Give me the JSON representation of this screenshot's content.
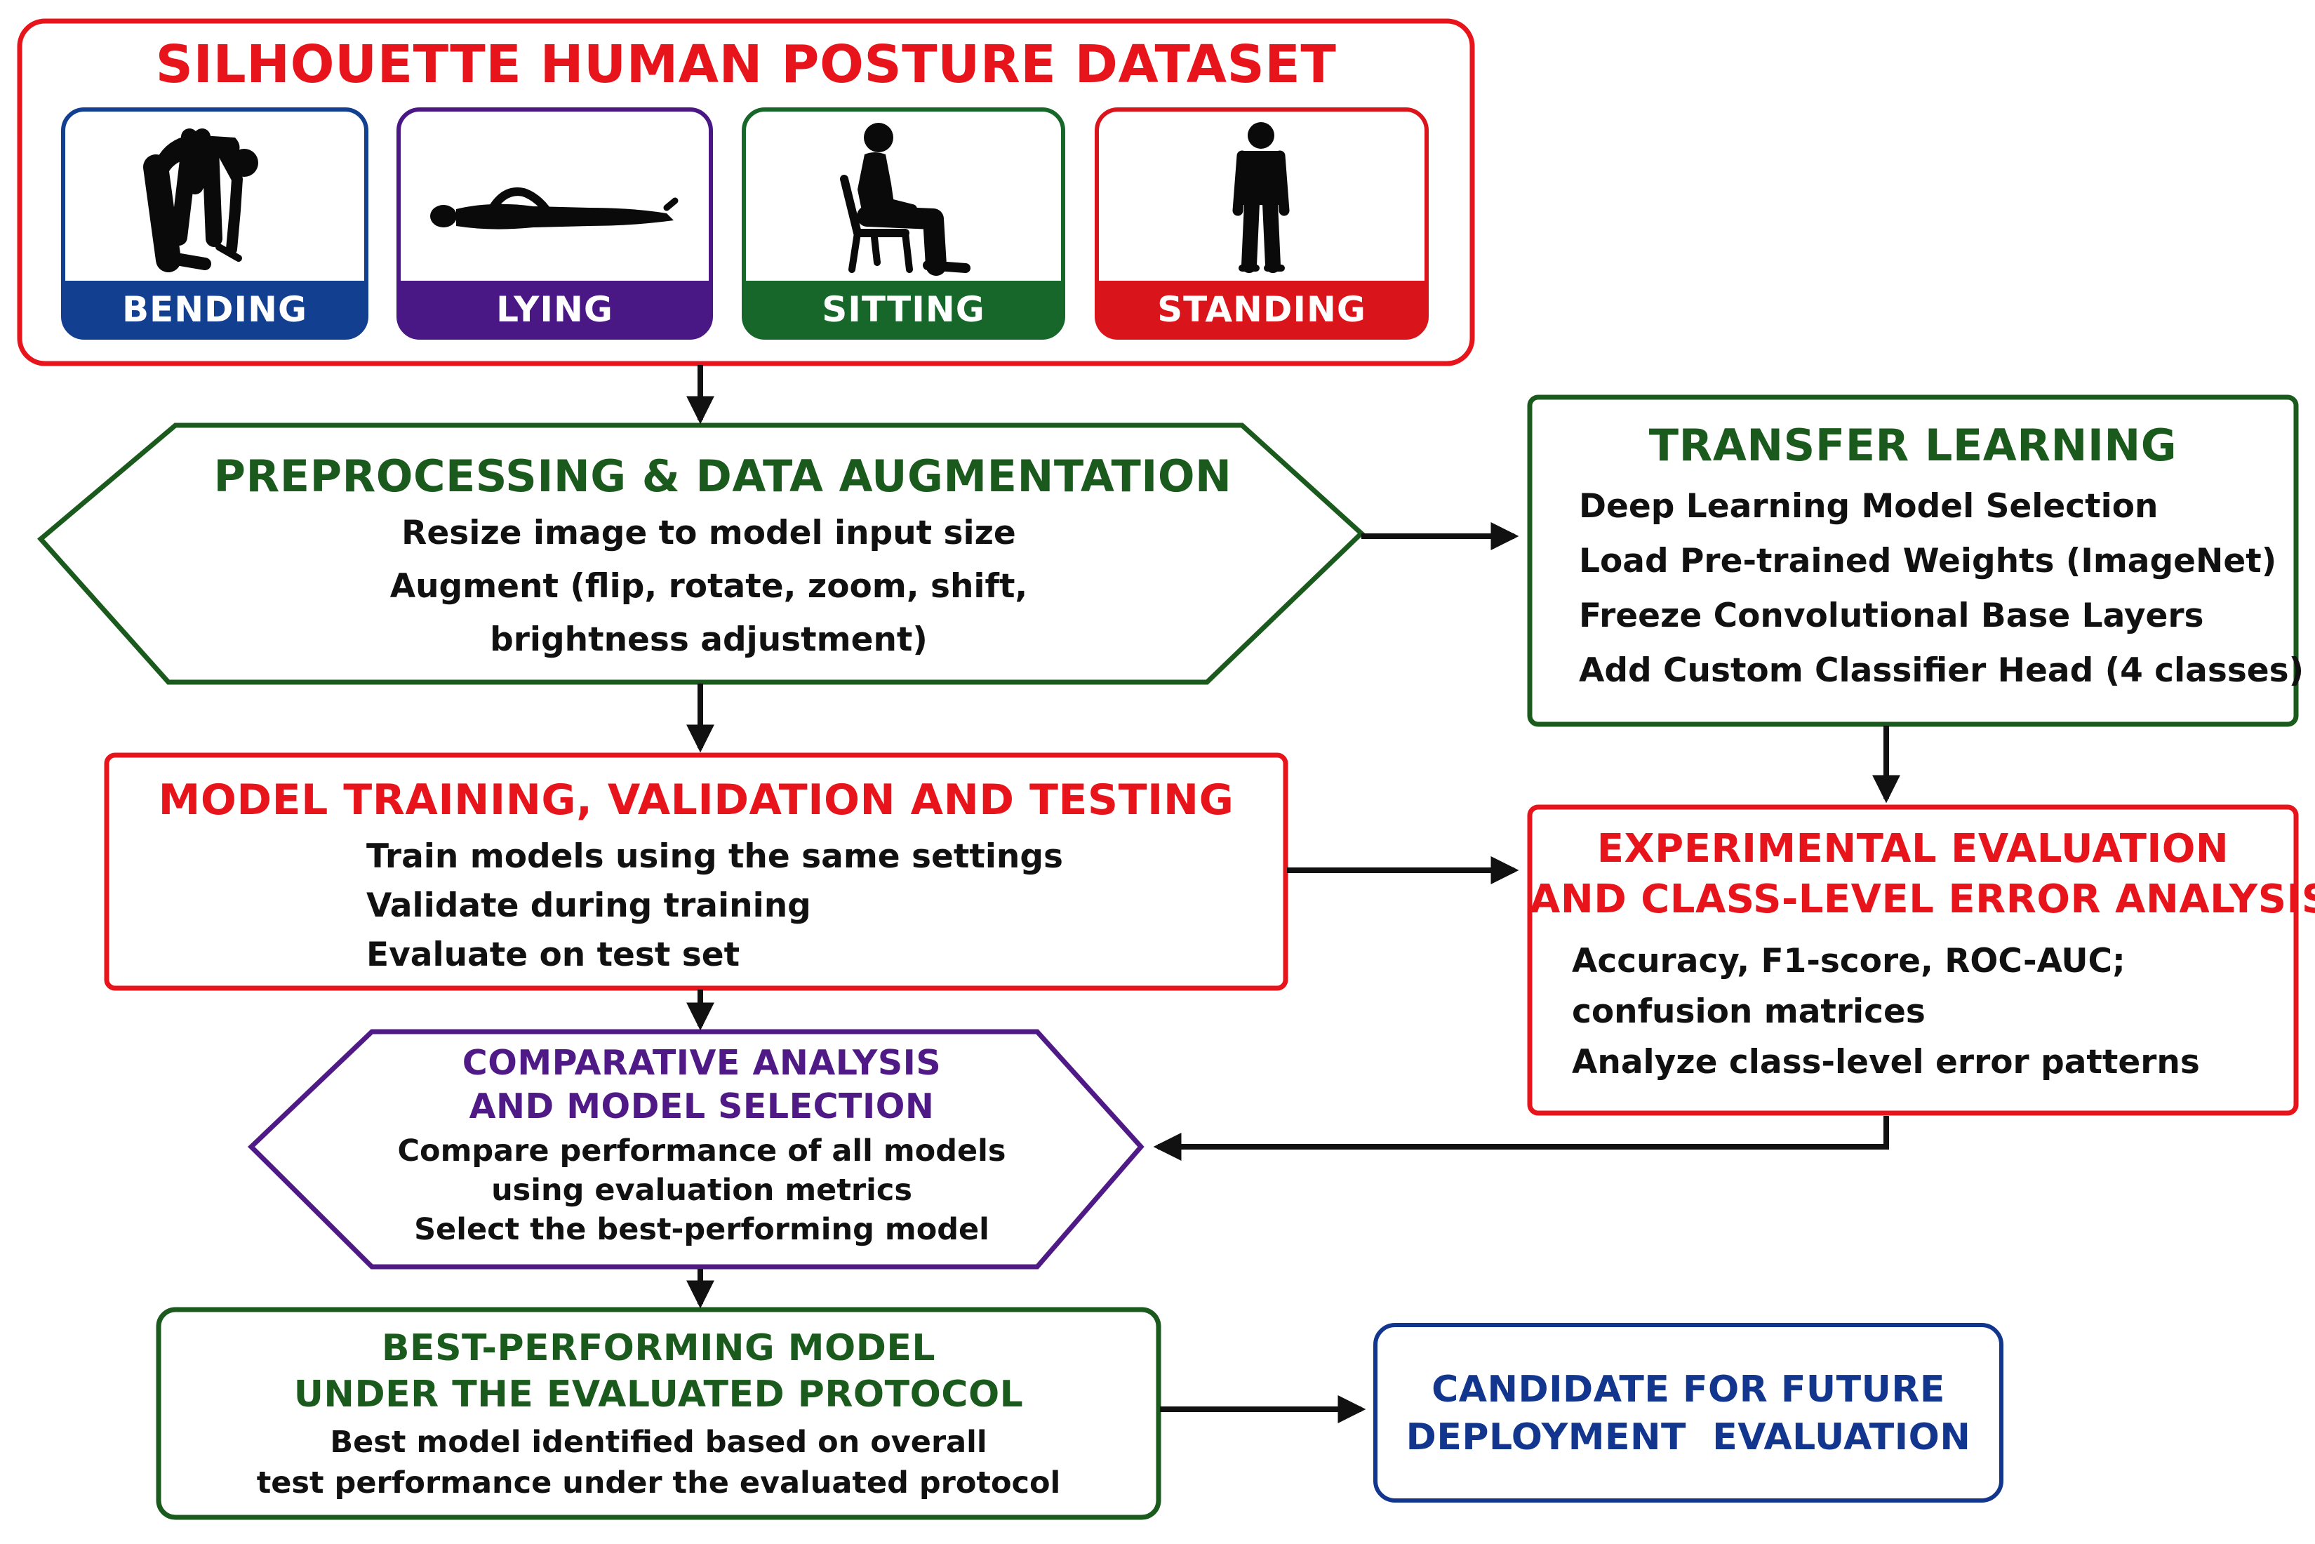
{
  "colors": {
    "red": "#e8141b",
    "green": "#1a5a1d",
    "purple": "#4f1a86",
    "navy": "#12358e",
    "blue_pill": "#123f8f",
    "purple_pill": "#4a1885",
    "green_pill": "#17672a",
    "red_pill": "#d9151b",
    "arrow": "#111111",
    "silhouette": "#0a0a0a"
  },
  "dataset": {
    "title": "SILHOUETTE HUMAN POSTURE DATASET",
    "classes": [
      {
        "label": "BENDING",
        "icon": "bending-person-icon"
      },
      {
        "label": "LYING",
        "icon": "lying-person-icon"
      },
      {
        "label": "SITTING",
        "icon": "sitting-person-icon"
      },
      {
        "label": "STANDING",
        "icon": "standing-person-icon"
      }
    ]
  },
  "preprocessing": {
    "title": "PREPROCESSING & DATA AUGMENTATION",
    "lines": [
      "Resize image to model input size",
      "Augment (flip, rotate, zoom, shift,",
      "brightness adjustment)"
    ]
  },
  "transfer": {
    "title": "TRANSFER LEARNING",
    "lines": [
      "Deep Learning Model Selection",
      "Load Pre-trained Weights (ImageNet)",
      "Freeze Convolutional Base Layers",
      "Add Custom Classifier Head (4 classes)"
    ]
  },
  "training": {
    "title": "MODEL TRAINING, VALIDATION AND TESTING",
    "lines": [
      "Train models using the same settings",
      "Validate during training",
      "Evaluate on test set"
    ]
  },
  "evaluation": {
    "title_lines": [
      "EXPERIMENTAL EVALUATION",
      "AND CLASS-LEVEL ERROR ANALYSIS"
    ],
    "lines": [
      "Accuracy, F1-score, ROC-AUC;",
      "confusion matrices",
      "Analyze class-level error patterns"
    ]
  },
  "comparative": {
    "title_lines": [
      "COMPARATIVE ANALYSIS",
      "AND MODEL SELECTION"
    ],
    "lines": [
      "Compare performance of all models",
      "using evaluation metrics",
      "Select the best-performing model"
    ]
  },
  "best": {
    "title_lines": [
      "BEST-PERFORMING MODEL",
      "UNDER THE EVALUATED PROTOCOL"
    ],
    "lines": [
      "Best model identified based on overall",
      "test performance under the evaluated protocol"
    ]
  },
  "candidate": {
    "title_lines": [
      "CANDIDATE FOR FUTURE",
      "DEPLOYMENT  EVALUATION"
    ]
  }
}
